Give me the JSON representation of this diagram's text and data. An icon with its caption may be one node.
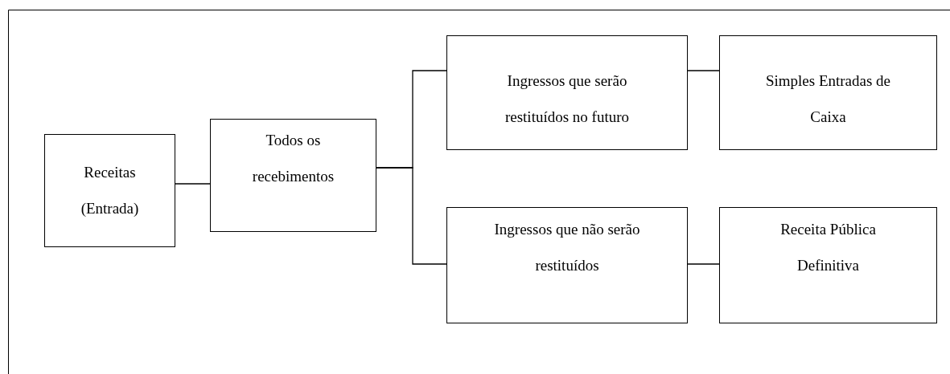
{
  "diagram": {
    "nodes": [
      {
        "text": [
          "Receitas (Entrada)"
        ]
      },
      {
        "text": [
          "Todos os recebimentos"
        ]
      },
      {
        "text": [
          "Ingressos que serão restituídos no futuro"
        ]
      },
      {
        "text": [
          "Simples Entradas de Caixa"
        ]
      },
      {
        "text": [
          "Ingressos que não serão restituídos"
        ]
      },
      {
        "text": [
          "Receita Pública Definitiva"
        ]
      }
    ],
    "edges": [
      {
        "from": 0,
        "to": 1,
        "arrow": "none"
      },
      {
        "from": 1,
        "to": 2,
        "arrow": "none"
      },
      {
        "from": 1,
        "to": 4,
        "arrow": "none"
      },
      {
        "from": 2,
        "to": 3,
        "arrow": "none"
      },
      {
        "from": 4,
        "to": 5,
        "arrow": "none"
      }
    ]
  }
}
